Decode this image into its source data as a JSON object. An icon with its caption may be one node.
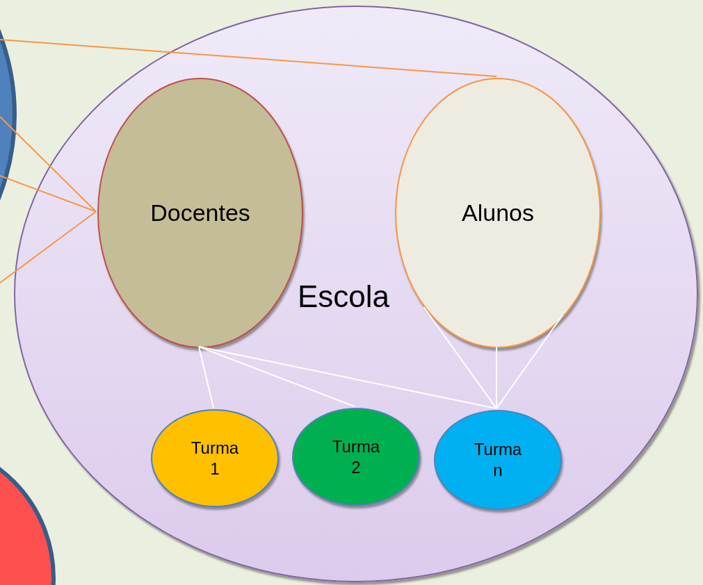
{
  "diagram": {
    "nodes": [
      {
        "text": [],
        "shape": "circle"
      },
      {
        "text": [],
        "shape": "circle"
      },
      {
        "text": [
          "Escola"
        ]
      },
      {
        "text": [
          "Docentes"
        ],
        "in": 2
      },
      {
        "text": [
          "Alunos"
        ],
        "in": 2
      },
      {
        "text": [
          "Turma 1"
        ],
        "in": 2
      },
      {
        "text": [
          "Turma 2"
        ],
        "in": 2
      },
      {
        "text": [
          "Turma n"
        ],
        "in": 2
      }
    ],
    "edges": [
      {
        "from": 0,
        "to": 4,
        "arrow": "none",
        "color": "#f79646"
      },
      {
        "from": 0,
        "to": 3,
        "arrow": "none",
        "color": "#f79646"
      },
      {
        "from": 0,
        "to": 3,
        "arrow": "none",
        "color": "#f79646"
      },
      {
        "from": 0,
        "to": 3,
        "arrow": "none",
        "color": "#f79646"
      },
      {
        "from": 3,
        "to": 5,
        "arrow": "none"
      },
      {
        "from": 3,
        "to": 6,
        "arrow": "none"
      },
      {
        "from": 3,
        "to": 7,
        "arrow": "none"
      },
      {
        "from": 4,
        "to": 7,
        "arrow": "none"
      },
      {
        "from": 4,
        "to": 7,
        "arrow": "none"
      },
      {
        "from": 4,
        "to": 7,
        "arrow": "none"
      }
    ]
  }
}
